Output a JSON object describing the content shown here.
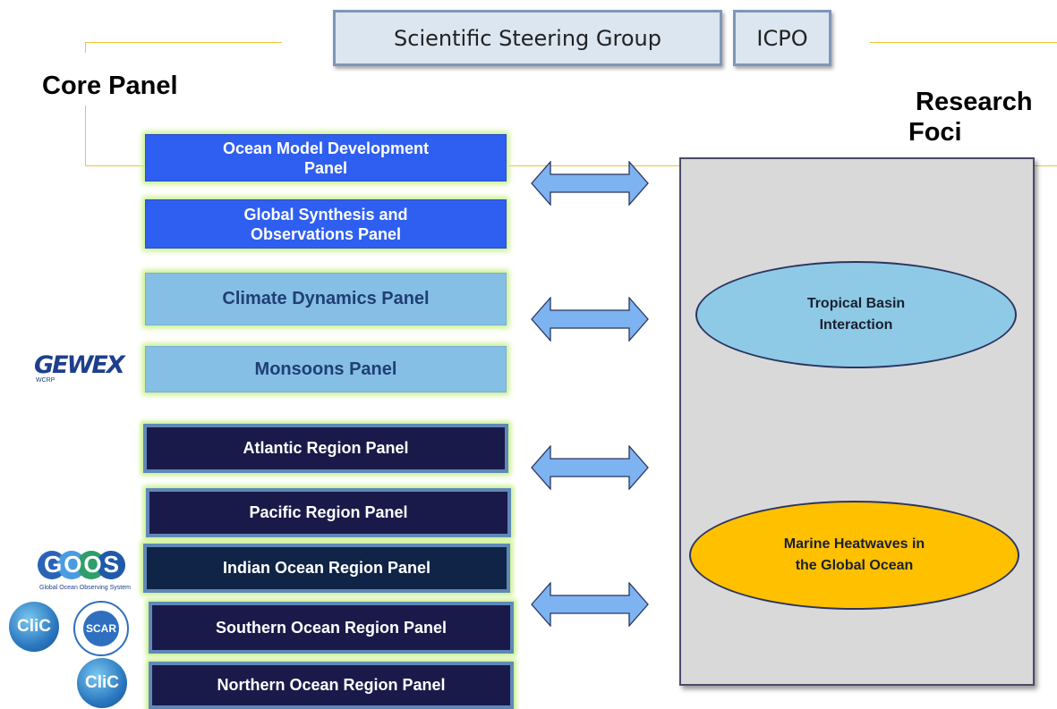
{
  "header": {
    "steering_group": "Scientific Steering Group",
    "icpo": "ICPO"
  },
  "labels": {
    "core_panel": "Core Panel",
    "research_foci_line1": "Research",
    "research_foci_line2": "Foci"
  },
  "panels": [
    {
      "line1": "Ocean Model Development",
      "line2": "Panel"
    },
    {
      "line1": "Global Synthesis and",
      "line2": "Observations Panel"
    },
    {
      "label": "Climate Dynamics Panel"
    },
    {
      "label": "Monsoons Panel"
    },
    {
      "label": "Atlantic Region Panel"
    },
    {
      "label": "Pacific Region Panel"
    },
    {
      "label": "Indian Ocean Region Panel"
    },
    {
      "label": "Southern Ocean Region Panel"
    },
    {
      "label": "Northern Ocean Region Panel"
    }
  ],
  "foci": {
    "tropical": {
      "line1": "Tropical Basin",
      "line2": "Interaction"
    },
    "marine": {
      "line1": "Marine Heatwaves in",
      "line2": "the Global Ocean"
    }
  },
  "logos": {
    "gewex": "GEWEX",
    "gewex_sub": "WCRP",
    "goos": "GOOS",
    "goos_caption": "Global Ocean Observing System",
    "clic1": "CliC",
    "scar": "SCAR",
    "clic2": "CliC"
  },
  "colors": {
    "blue_panel": "#2f5ff0",
    "light_panel": "#86bfe6",
    "dark_panel": "#1a1a4a",
    "tropical_ellipse": "#8ecae6",
    "marine_ellipse": "#ffc000",
    "connector": "#f2c232",
    "arrow": "#7db3f0"
  }
}
